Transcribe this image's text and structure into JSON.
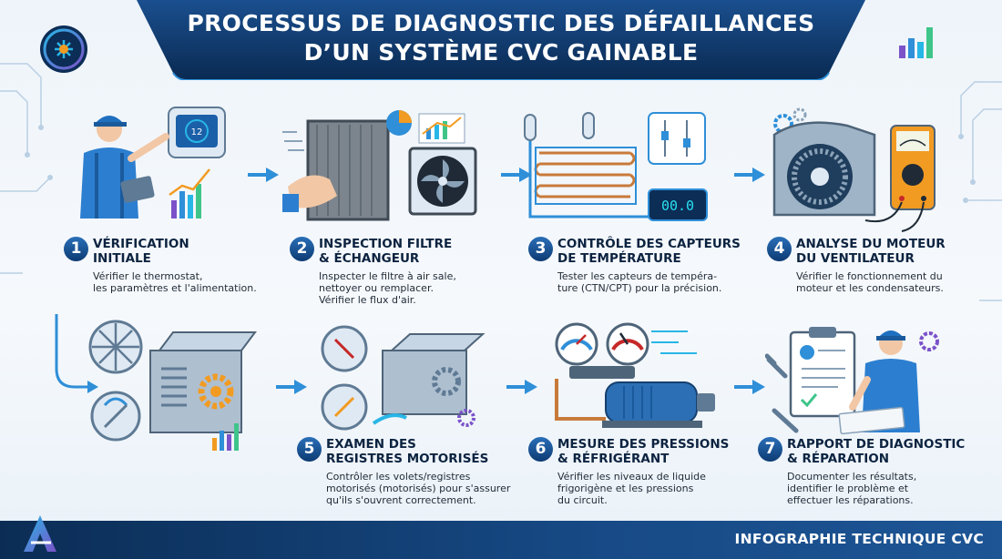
{
  "title": {
    "line1": "PROCESSUS DE DIAGNOSTIC DES DÉFAILLANCES",
    "line2": "D’UN SYSTÈME CVC GAINABLE"
  },
  "steps": [
    {
      "number": "1",
      "title": "VÉRIFICATION\nINITIALE",
      "description": "Vérifier le thermostat,\nles paramètres et l'alimentation.",
      "illustration": "technician-thermostat"
    },
    {
      "number": "2",
      "title": "INSPECTION FILTRE\n& ÉCHANGEUR",
      "description": "Inspecter le filtre à air sale,\nnettoyer ou remplacer.\nVérifier le flux d'air.",
      "illustration": "air-filter-fan"
    },
    {
      "number": "3",
      "title": "CONTRÔLE DES CAPTEURS\nDE TEMPÉRATURE",
      "description": "Tester les capteurs de tempéra-\nture (CTN/CPT) pour la précision.",
      "illustration": "temperature-sensors",
      "display": "00.0"
    },
    {
      "number": "4",
      "title": "ANALYSE DU MOTEUR\nDU VENTILATEUR",
      "description": "Vérifier le fonctionnement du\nmoteur et les condensateurs.",
      "illustration": "blower-multimeter"
    },
    {
      "number": "5",
      "title": "EXAMEN DES\nREGISTRES MOTORISÉS",
      "description": "Contrôler les volets/registres\nmotorisés (motorisés) pour s'assurer\nqu'ils s'ouvrent correctement.",
      "illustration": "motorized-dampers"
    },
    {
      "number": "6",
      "title": "MESURE DES PRESSIONS\n& RÉFRIGÉRANT",
      "description": "Vérifier les niveaux de liquide\nfrigorigène et les pressions\ndu circuit.",
      "illustration": "pressure-gauges-compressor"
    },
    {
      "number": "7",
      "title": "RAPPORT DE DIAGNOSTIC\n& RÉPARATION",
      "description": "Documenter les résultats,\nidentifier le problème et\neffectuer les réparations.",
      "illustration": "technician-report"
    }
  ],
  "footer": {
    "label": "INFOGRAPHIE TECHNIQUE CVC"
  },
  "colors": {
    "navy": "#0c2d56",
    "accent": "#2f8fd8",
    "cyan": "#28b6e6",
    "orange": "#f29b22",
    "purple": "#7b52c9"
  }
}
